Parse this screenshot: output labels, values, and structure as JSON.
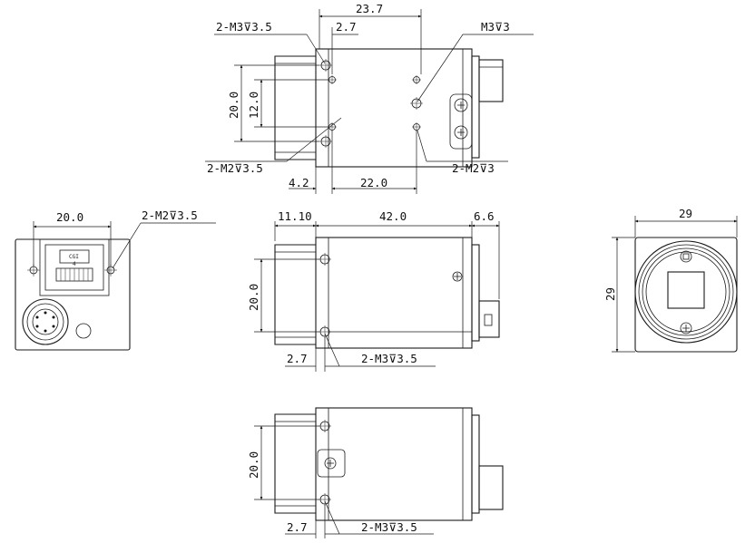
{
  "top_view": {
    "dim_23_7": "23.7",
    "dim_2_7": "2.7",
    "label_2m3": "2-M3⊽3.5",
    "label_m3": "M3⊽3",
    "dim_20_0": "20.0",
    "dim_12_0": "12.0",
    "label_2m2": "2-M2⊽3.5",
    "label_2m2_3": "2-M2⊽3",
    "dim_4_2": "4.2",
    "dim_22_0": "22.0"
  },
  "back_view": {
    "dim_20_0": "20.0",
    "label_2m2": "2-M2⊽3.5",
    "led_label": "CGI",
    "led_sub": "4"
  },
  "side_view": {
    "dim_11_10": "11.10",
    "dim_42_0": "42.0",
    "dim_6_6": "6.6",
    "dim_20_0": "20.0",
    "dim_2_7": "2.7",
    "label_2m3": "2-M3⊽3.5"
  },
  "front_view": {
    "dim_29_w": "29",
    "dim_29_h": "29"
  },
  "bottom_view": {
    "dim_20_0": "20.0",
    "dim_2_7": "2.7",
    "label_2m3": "2-M3⊽3.5"
  }
}
